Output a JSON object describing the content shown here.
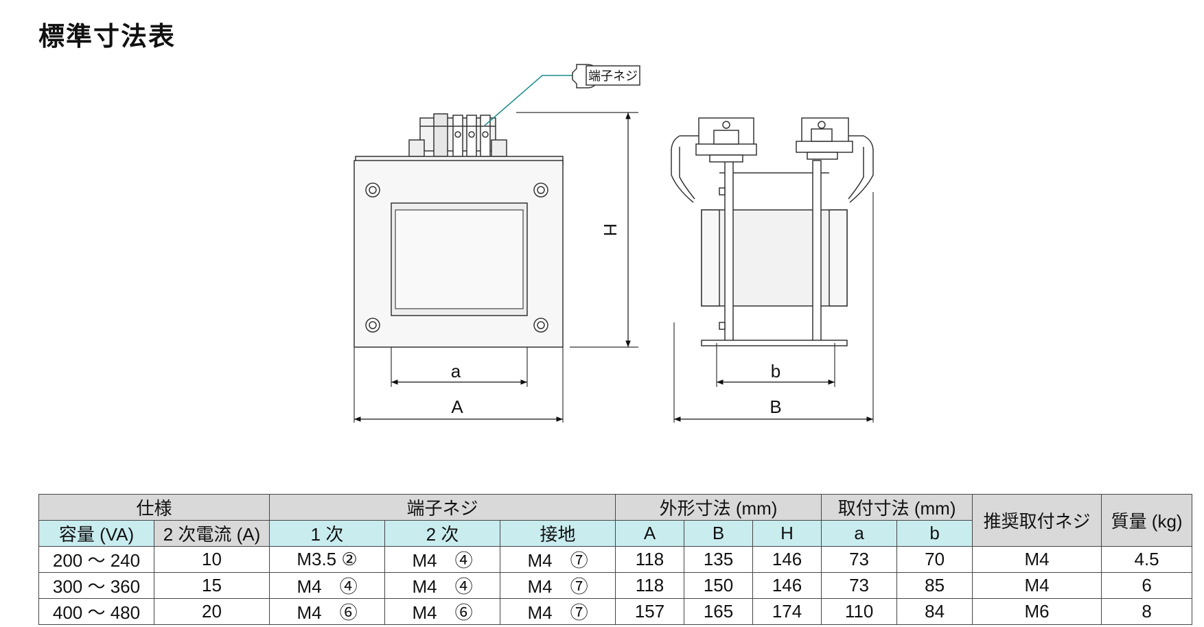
{
  "page": {
    "title": "標準寸法表"
  },
  "drawing": {
    "callout_label": "端子ネジ",
    "dims": {
      "a": "a",
      "A": "A",
      "b": "b",
      "B": "B",
      "H": "H"
    }
  },
  "table": {
    "group_headers": {
      "spec": "仕様",
      "terminal": "端子ネジ",
      "outer": "外形寸法 (mm)",
      "mount": "取付寸法 (mm)",
      "recommended": "推奨取付ネジ",
      "mass": "質量 (kg)"
    },
    "sub_headers": {
      "capacity": "容量 (VA)",
      "secondary_current": "2 次電流 (A)",
      "primary": "1 次",
      "secondary": "2 次",
      "ground": "接地",
      "A": "A",
      "B": "B",
      "H": "H",
      "a": "a",
      "b": "b"
    },
    "rows": [
      {
        "capacity": "200 ～ 240",
        "current": "10",
        "primary": "M3.5 ②",
        "secondary": "M4　④",
        "ground": "M4　⑦",
        "A": "118",
        "B": "135",
        "H": "146",
        "a": "73",
        "b": "70",
        "screw": "M4",
        "mass": "4.5"
      },
      {
        "capacity": "300 ～ 360",
        "current": "15",
        "primary": "M4　④",
        "secondary": "M4　④",
        "ground": "M4　⑦",
        "A": "118",
        "B": "150",
        "H": "146",
        "a": "73",
        "b": "85",
        "screw": "M4",
        "mass": "6"
      },
      {
        "capacity": "400 ～ 480",
        "current": "20",
        "primary": "M4　⑥",
        "secondary": "M4　⑥",
        "ground": "M4　⑦",
        "A": "157",
        "B": "165",
        "H": "174",
        "a": "110",
        "b": "84",
        "screw": "M6",
        "mass": "8"
      }
    ]
  }
}
